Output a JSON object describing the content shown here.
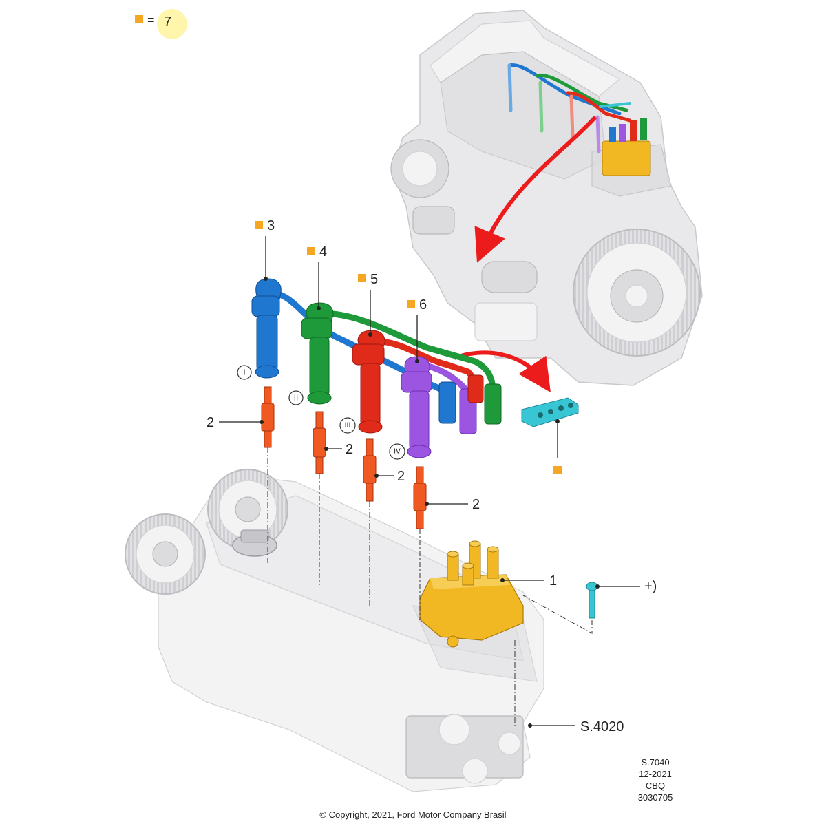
{
  "legend": {
    "marker_color": "#f5a623",
    "equals": "=",
    "count": "7",
    "highlight_color": "#fff59d"
  },
  "callouts": {
    "c3": "3",
    "c4": "4",
    "c5": "5",
    "c6": "6",
    "c2a": "2",
    "c2b": "2",
    "c2c": "2",
    "c2d": "2",
    "c1": "1",
    "plus": "+)",
    "s4020": "S.4020"
  },
  "cylinders": {
    "i": "I",
    "ii": "II",
    "iii": "III",
    "iv": "IV"
  },
  "stamp": {
    "line1": "S.7040",
    "line2": "12-2021",
    "line3": "CBQ",
    "line4": "3030705"
  },
  "footer": {
    "copyright": "© Copyright, 2021, Ford Motor Company Brasil"
  },
  "colors": {
    "lead_cyl1": "#1f77d0",
    "lead_cyl2": "#1e9a3a",
    "lead_cyl3": "#e02b1b",
    "lead_cyl4": "#9b55e0",
    "spark_plug": "#f05a22",
    "coil_pack": "#f2b824",
    "bracket": "#39c6d4",
    "arrow": "#ec1c1c",
    "engine": "#e3e3e6"
  }
}
